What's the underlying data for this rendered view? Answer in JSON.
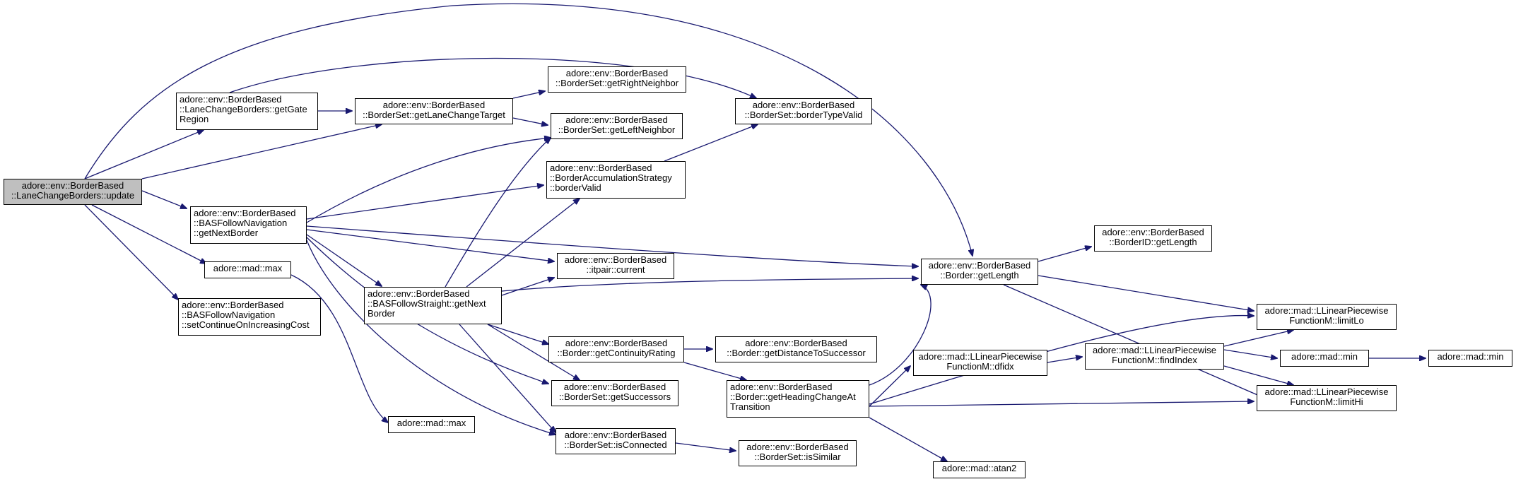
{
  "graph": {
    "colors": {
      "edge": "#191970",
      "root_fill": "#bfbfbf",
      "node_fill": "#ffffff",
      "border": "#000000"
    },
    "nodes": [
      {
        "id": "update",
        "label": "adore::env::BorderBased\n::LaneChangeBorders::update",
        "root": true
      },
      {
        "id": "getGateRegion",
        "label": "adore::env::BorderBased\n::LaneChangeBorders::getGate\nRegion"
      },
      {
        "id": "getLaneChangeTarget",
        "label": "adore::env::BorderBased\n::BorderSet::getLaneChangeTarget"
      },
      {
        "id": "getRightNeighbor",
        "label": "adore::env::BorderBased\n::BorderSet::getRightNeighbor"
      },
      {
        "id": "getLeftNeighbor",
        "label": "adore::env::BorderBased\n::BorderSet::getLeftNeighbor"
      },
      {
        "id": "borderTypeValid",
        "label": "adore::env::BorderBased\n::BorderSet::borderTypeValid"
      },
      {
        "id": "borderValid",
        "label": "adore::env::BorderBased\n::BorderAccumulationStrategy\n::borderValid"
      },
      {
        "id": "getNextBorderNav",
        "label": "adore::env::BorderBased\n::BASFollowNavigation\n::getNextBorder"
      },
      {
        "id": "madMax1",
        "label": "adore::mad::max"
      },
      {
        "id": "setContinue",
        "label": "adore::env::BorderBased\n::BASFollowNavigation\n::setContinueOnIncreasingCost"
      },
      {
        "id": "getNextBorderStraight",
        "label": "adore::env::BorderBased\n::BASFollowStraight::getNext\nBorder"
      },
      {
        "id": "itpairCurrent",
        "label": "adore::env::BorderBased\n::itpair::current"
      },
      {
        "id": "getContinuityRating",
        "label": "adore::env::BorderBased\n::Border::getContinuityRating"
      },
      {
        "id": "getSuccessors",
        "label": "adore::env::BorderBased\n::BorderSet::getSuccessors"
      },
      {
        "id": "madMax2",
        "label": "adore::mad::max"
      },
      {
        "id": "isConnected",
        "label": "adore::env::BorderBased\n::BorderSet::isConnected"
      },
      {
        "id": "isSimilar",
        "label": "adore::env::BorderBased\n::BorderSet::isSimilar"
      },
      {
        "id": "getDistanceToSuccessor",
        "label": "adore::env::BorderBased\n::Border::getDistanceToSuccessor"
      },
      {
        "id": "getHeadingChange",
        "label": "adore::env::BorderBased\n::Border::getHeadingChangeAt\nTransition"
      },
      {
        "id": "atan2",
        "label": "adore::mad::atan2"
      },
      {
        "id": "borderGetLength",
        "label": "adore::env::BorderBased\n::Border::getLength"
      },
      {
        "id": "borderIDGetLength",
        "label": "adore::env::BorderBased\n::BorderID::getLength"
      },
      {
        "id": "dfidx",
        "label": "adore::mad::LLinearPiecewise\nFunctionM::dfidx"
      },
      {
        "id": "findIndex",
        "label": "adore::mad::LLinearPiecewise\nFunctionM::findIndex"
      },
      {
        "id": "limitLo",
        "label": "adore::mad::LLinearPiecewise\nFunctionM::limitLo"
      },
      {
        "id": "madMin1",
        "label": "adore::mad::min"
      },
      {
        "id": "madMin2",
        "label": "adore::mad::min"
      },
      {
        "id": "limitHi",
        "label": "adore::mad::LLinearPiecewise\nFunctionM::limitHi"
      }
    ]
  }
}
